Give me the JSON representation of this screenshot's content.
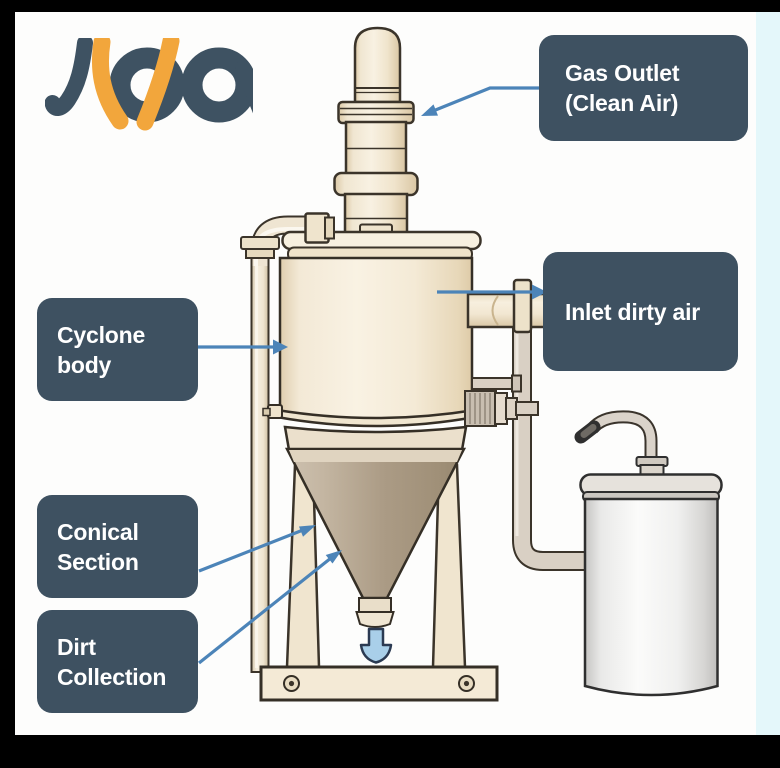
{
  "page": {
    "description": "Cyclone dust collector labeled diagram",
    "frame_color": "#000000",
    "canvas_bg": "#FDFDFC"
  },
  "logo": {
    "name": "company-logo",
    "orange": "#F2A63C",
    "slate": "#3E5262"
  },
  "labels": {
    "gas_outlet": {
      "line1": "Gas Outlet",
      "line2": "(Clean Air)"
    },
    "inlet": {
      "line1": "Inlet dirty air",
      "line2": ""
    },
    "cyclone_body": {
      "line1": "Cyclone",
      "line2": "body"
    },
    "conical_section": {
      "line1": "Conical",
      "line2": "Section"
    },
    "dirt_collection": {
      "line1": "Dirt",
      "line2": "Collection"
    }
  },
  "style": {
    "label_bg": "#3E5161",
    "label_text": "#FFFFFF",
    "arrow_color": "#4C84B8",
    "machine_cream": "#F5ECDA",
    "cone_color": "#AB9B85",
    "barrel_color": "#EFEFEE",
    "drop_arrow_fill": "#A9CFE9",
    "right_strip": "#E4F7FA"
  }
}
